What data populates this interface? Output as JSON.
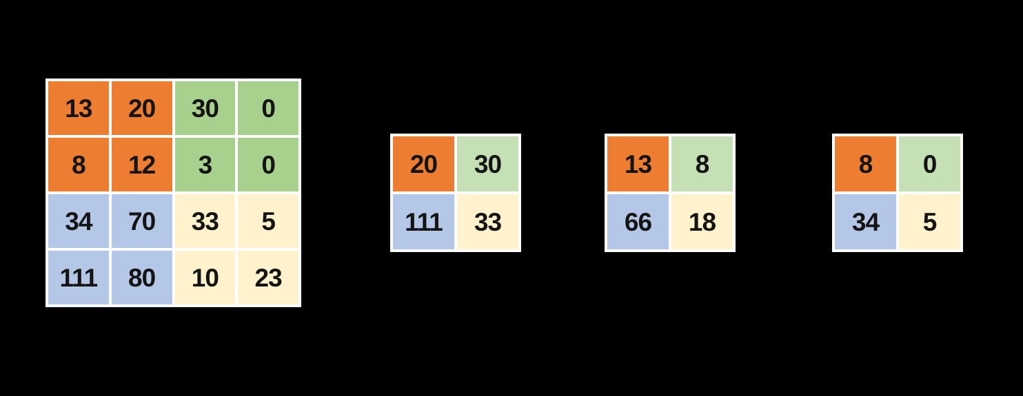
{
  "palette": {
    "background": "#000000",
    "grid_line": "#FFFFFF",
    "text": "#141414",
    "orange": "#ED7D31",
    "green_dark": "#A9D18E",
    "green_light": "#C5E0B4",
    "blue": "#B4C7E7",
    "cream": "#FFF2CC"
  },
  "input_grid": {
    "name": "input-feature-map",
    "rows": 4,
    "cols": 4,
    "cells": [
      {
        "value": "13",
        "color": "orange"
      },
      {
        "value": "20",
        "color": "orange"
      },
      {
        "value": "30",
        "color": "green_dark"
      },
      {
        "value": "0",
        "color": "green_dark"
      },
      {
        "value": "8",
        "color": "orange"
      },
      {
        "value": "12",
        "color": "orange"
      },
      {
        "value": "3",
        "color": "green_dark"
      },
      {
        "value": "0",
        "color": "green_dark"
      },
      {
        "value": "34",
        "color": "blue"
      },
      {
        "value": "70",
        "color": "blue"
      },
      {
        "value": "33",
        "color": "cream"
      },
      {
        "value": "5",
        "color": "cream"
      },
      {
        "value": "111",
        "color": "blue"
      },
      {
        "value": "80",
        "color": "blue"
      },
      {
        "value": "10",
        "color": "cream"
      },
      {
        "value": "23",
        "color": "cream"
      }
    ]
  },
  "output_grids": [
    {
      "name": "max-pooling-output",
      "rows": 2,
      "cols": 2,
      "cells": [
        {
          "value": "20",
          "color": "orange"
        },
        {
          "value": "30",
          "color": "green_light"
        },
        {
          "value": "111",
          "color": "blue"
        },
        {
          "value": "33",
          "color": "cream"
        }
      ]
    },
    {
      "name": "average-pooling-output",
      "rows": 2,
      "cols": 2,
      "cells": [
        {
          "value": "13",
          "color": "orange"
        },
        {
          "value": "8",
          "color": "green_light"
        },
        {
          "value": "66",
          "color": "blue"
        },
        {
          "value": "18",
          "color": "cream"
        }
      ]
    },
    {
      "name": "min-pooling-output",
      "rows": 2,
      "cols": 2,
      "cells": [
        {
          "value": "8",
          "color": "orange"
        },
        {
          "value": "0",
          "color": "green_light"
        },
        {
          "value": "34",
          "color": "blue"
        },
        {
          "value": "5",
          "color": "cream"
        }
      ]
    }
  ]
}
